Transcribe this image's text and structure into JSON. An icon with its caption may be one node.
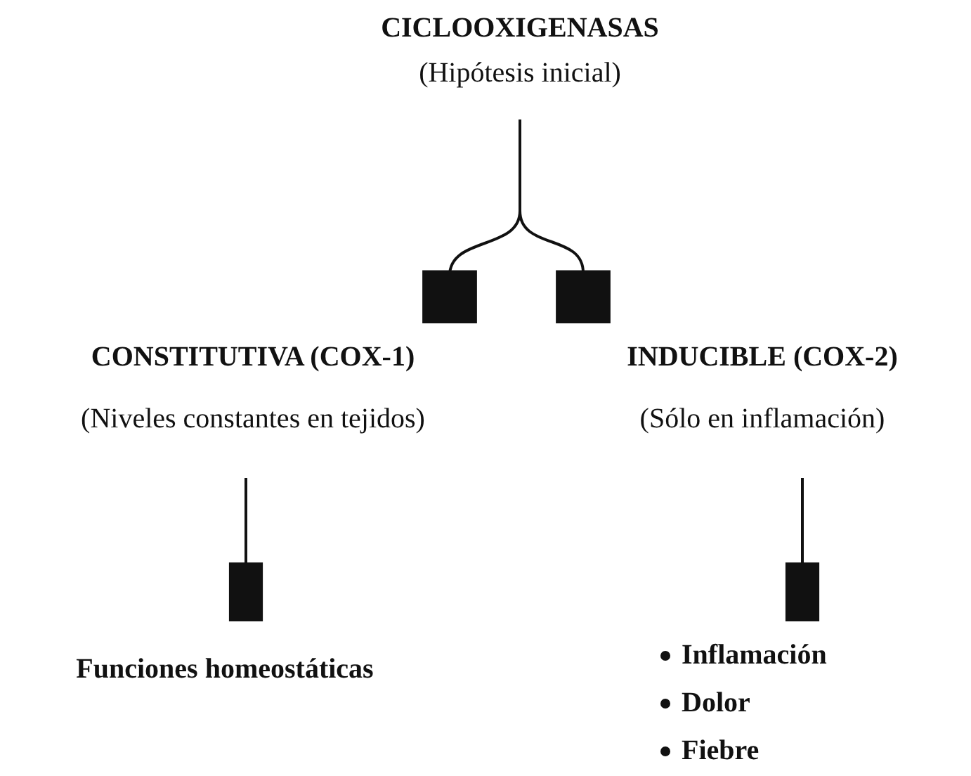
{
  "diagram": {
    "nodes": [
      {
        "text": [
          "CICLOOXIGENASAS",
          "(Hipótesis inicial)"
        ]
      },
      {
        "text": [
          "CONSTITUTIVA (COX-1)",
          "(Niveles constantes en tejidos)"
        ]
      },
      {
        "text": [
          "INDUCIBLE (COX-2)",
          "(Sólo en inflamación)"
        ]
      },
      {
        "text": [
          "Funciones homeostáticas"
        ]
      },
      {
        "text": [
          "Inflamación",
          "Dolor",
          "Fiebre"
        ]
      }
    ],
    "edges": [
      {
        "from": 0,
        "to": 1,
        "arrow": "other"
      },
      {
        "from": 0,
        "to": 2,
        "arrow": "other"
      },
      {
        "from": 1,
        "to": 3,
        "arrow": "other"
      },
      {
        "from": 2,
        "to": 4,
        "arrow": "other"
      }
    ]
  }
}
